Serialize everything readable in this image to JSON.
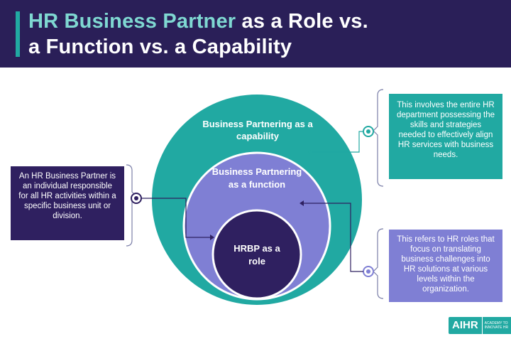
{
  "header": {
    "title_highlight": "HR Business Partner",
    "title_line1_rest": " as a Role vs.",
    "title_line2": "a Function vs. a Capability"
  },
  "circles": {
    "capability": "Business Partnering as a capability",
    "function": "Business Partnering as a function",
    "role": "HRBP as a role"
  },
  "boxes": {
    "left": "An HR Business Partner is an individual responsible for all HR activities within a specific business unit or division.",
    "right_top": "This involves the entire HR department possessing the skills and strategies needed to effectively align HR services with business needs.",
    "right_bottom": "This refers to HR roles that focus on translating business challenges into HR solutions at various levels within the organization."
  },
  "logo": {
    "main": "AIHR",
    "sub": "ACADEMY TO INNOVATE HR"
  },
  "colors": {
    "header_bg": "#2a1f58",
    "title_highlight": "#7fd8d2",
    "teal": "#21a9a2",
    "lavender": "#7f7fd4",
    "dark_purple": "#2f2060"
  }
}
